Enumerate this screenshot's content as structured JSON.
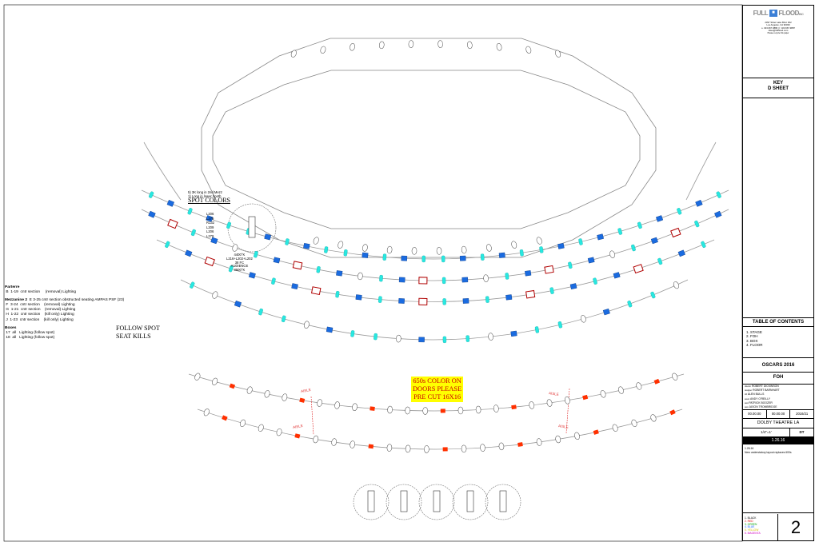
{
  "spot_legend": {
    "note1": "5) 3K long in 2nd Mezz",
    "note2": "1) Long in lower booth",
    "title": "SPOT COLORS",
    "colors": [
      "L206",
      "L279",
      "R132",
      "L209",
      "L206",
      "L279"
    ],
    "lamp_label_1": "4400°K",
    "lamp_label_2": "L216+L202+L202",
    "lamp_label_3": "38 FC",
    "audience_label": "AUDIENCE",
    "audience_temp": "3500°K"
  },
  "notes_left": {
    "parterre_title": "Parterre",
    "parterre_rows": [
      {
        "row": "B",
        "seats": "1-19",
        "section": "cntr section",
        "note": "(removal) Lighting"
      }
    ],
    "mezz_title": "Mezzanine 2",
    "mezz_header_note": "E  3-25  cntr section obstructed seating AMPAS PSF (23)",
    "mezz_rows": [
      {
        "row": "F",
        "seats": "3-24",
        "section": "cntr section",
        "note": "(removal) Lighting"
      },
      {
        "row": "G",
        "seats": "1-21",
        "section": "cntr section",
        "note": "(removal) Lighting"
      },
      {
        "row": "H",
        "seats": "1-22",
        "section": "cntr section",
        "note": "(kill only) Lighting"
      },
      {
        "row": "J",
        "seats": "1-23",
        "section": "cntr section",
        "note": "(kill only) Lighting"
      }
    ],
    "boxes_title": "Boxes",
    "boxes_rows": [
      {
        "row": "17",
        "seats": "all",
        "note": "Lighting (follow spot)"
      },
      {
        "row": "18",
        "seats": "all",
        "note": "Lighting (follow spot)"
      }
    ]
  },
  "follow_spot": {
    "line1": "FOLLOW SPOT",
    "line2": "SEAT KILLS"
  },
  "yellow_note": {
    "line1": "650s COLOR ON",
    "line2": "DOORS PLEASE",
    "line3": "PRE CUT 16X16"
  },
  "aisle_label": "AISLE",
  "title_block": {
    "logo_text_1": "FULL",
    "logo_text_2": "FLOOD",
    "logo_suffix": "INC",
    "address_1": "2397 Silver Lake Blvd. #22",
    "address_2": "Los Angeles, CA 90039",
    "phone": "o. 323.667.9886 | f. 323.667.9887",
    "email": "dave@fullflood.com",
    "recycle": "Please recycle this paper",
    "key_title": "KEY",
    "sheet_title": "D SHEET",
    "toc_title": "TABLE OF CONTENTS",
    "toc_items": [
      "1. STAGE",
      "2. FOH",
      "3. BOX",
      "4. FLOOR"
    ],
    "project": "OSCARS 2016",
    "drawing": "FOH",
    "credits": [
      {
        "role": "director",
        "name": "ROBERT DICKINSON"
      },
      {
        "role": "designer",
        "name": "ROBERT BARNHART"
      },
      {
        "role": "LD",
        "name": "ALEN BULLS"
      },
      {
        "role": "assoc",
        "name": "ANDY O'REILLY"
      },
      {
        "role": "asst",
        "name": "PATRICK BOOZER"
      },
      {
        "role": "asst",
        "name": "JASON TROMBRIDGE"
      }
    ],
    "date_1": "00.00.00",
    "date_2": "00.00.00",
    "date_3": "2016/21",
    "venue": "DOLBY THEATRE LA",
    "scale": "1/4\"=1'",
    "drawn_by": "DT",
    "rev_date": "1.26.16",
    "rev_note_1": "1.26.16",
    "rev_note_2": "New understatory layout replaces 600s",
    "color_key": [
      "1. BLACK",
      "2. RED",
      "3. GREEN",
      "4. BLUE",
      "5. YELLOW",
      "6. MAGENTA"
    ],
    "color_key_colors": [
      "#000000",
      "#e00000",
      "#00a000",
      "#1060ff",
      "#d0c000",
      "#d000c0"
    ],
    "page_number": "2"
  }
}
